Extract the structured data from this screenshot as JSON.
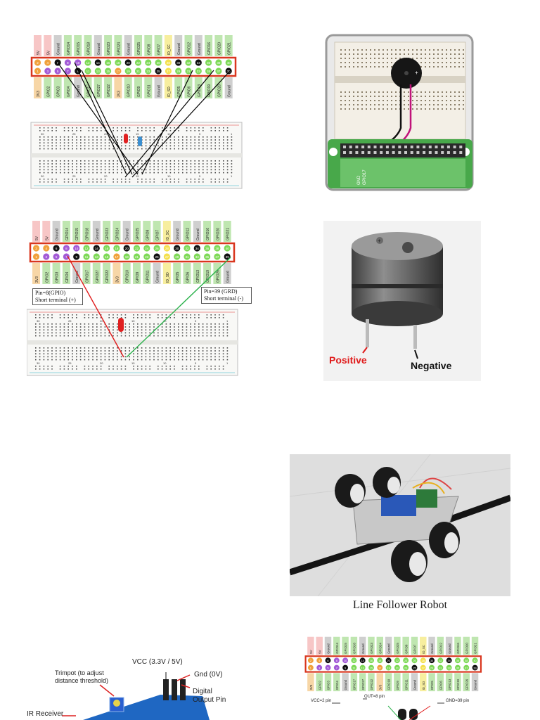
{
  "header_pin_labels_top": [
    "5V",
    "5V",
    "Ground",
    "GPIO14",
    "GPIO15",
    "GPIO18",
    "Ground",
    "GPIO23",
    "GPIO24",
    "Ground",
    "GPIO25",
    "GPIO8",
    "GPIO7",
    "ID_SC",
    "Ground",
    "GPIO12",
    "Ground",
    "GPIO16",
    "GPIO20",
    "GPIO21"
  ],
  "header_pin_labels_bottom": [
    "3V3",
    "GPIO2",
    "GPIO3",
    "GPIO4",
    "Ground",
    "GPIO17",
    "GPIO27",
    "GPIO22",
    "3V3",
    "GPIO10",
    "GPIO9",
    "GPIO11",
    "Ground",
    "ID_SD",
    "GPIO5",
    "GPIO6",
    "GPIO13",
    "GPIO19",
    "GPIO26",
    "Ground"
  ],
  "pin_numbers_top": [
    "2",
    "4",
    "6",
    "8",
    "10",
    "12",
    "14",
    "16",
    "18",
    "20",
    "22",
    "24",
    "26",
    "28",
    "30",
    "32",
    "34",
    "36",
    "38",
    "40"
  ],
  "pin_numbers_bottom": [
    "1",
    "3",
    "5",
    "7",
    "9",
    "11",
    "13",
    "15",
    "17",
    "19",
    "21",
    "23",
    "25",
    "27",
    "29",
    "31",
    "33",
    "35",
    "37",
    "39"
  ],
  "breadboard_numbers": [
    "30",
    "25",
    "20",
    "15",
    "10",
    "5",
    "1"
  ],
  "buzzer_board": {
    "label_gpio": "GPIO17",
    "label_gnd": "GND"
  },
  "led_diagram_notes": {
    "left_note_line1": "Pin=8(GPIO)",
    "left_note_line2": "Short terminal (+)",
    "right_note_line1": "Pin=39 (GRD)",
    "right_note_line2": "Short terminal (-)"
  },
  "buzzer_photo": {
    "positive_label": "Positive",
    "negative_label": "Negative"
  },
  "robot_photo": {
    "caption": "Line Follower Robot"
  },
  "ir_sensor": {
    "vcc_label": "VCC (3.3V / 5V)",
    "trimpot_label_line1": "Trimpot (to adjust",
    "trimpot_label_line2": "distance threshold)",
    "gnd_label": "Gnd (0V)",
    "digital_label_line1": "Digital",
    "digital_label_line2": "Output Pin",
    "ir_receiver_label": "IR Receiver"
  },
  "sensor_wiring": {
    "vcc_pin": "VCC=2 pin",
    "out_pin": "OUT=8 pin",
    "gnd_pin": "GND=39 pin"
  },
  "colors": {
    "header_border": "#d9361e",
    "pin_green": "#7ed957",
    "pin_purple": "#a35bd6",
    "pin_orange": "#f0a13c",
    "pin_black": "#111111",
    "wire_red": "#e01b1b",
    "wire_green": "#2bb24c",
    "wire_magenta": "#c0127a",
    "board_green": "#48a84a",
    "led_red": "#e02020",
    "led_blue": "#3a8fd1"
  }
}
